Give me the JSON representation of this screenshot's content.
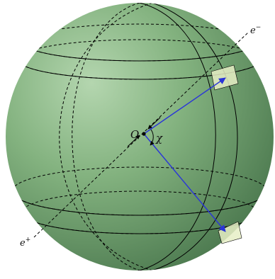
{
  "labels": {
    "origin": "O",
    "angle": "χ",
    "e_minus": {
      "base": "e",
      "sup": "−"
    },
    "e_plus": {
      "base": "e",
      "sup": "+"
    }
  },
  "colors": {
    "sphere_light": "#a9cfa5",
    "sphere_mid": "#7fb07b",
    "sphere_dark": "#4f7d52",
    "vector": "#2a35d8",
    "patch": "#e8efc8",
    "line": "#000000"
  }
}
